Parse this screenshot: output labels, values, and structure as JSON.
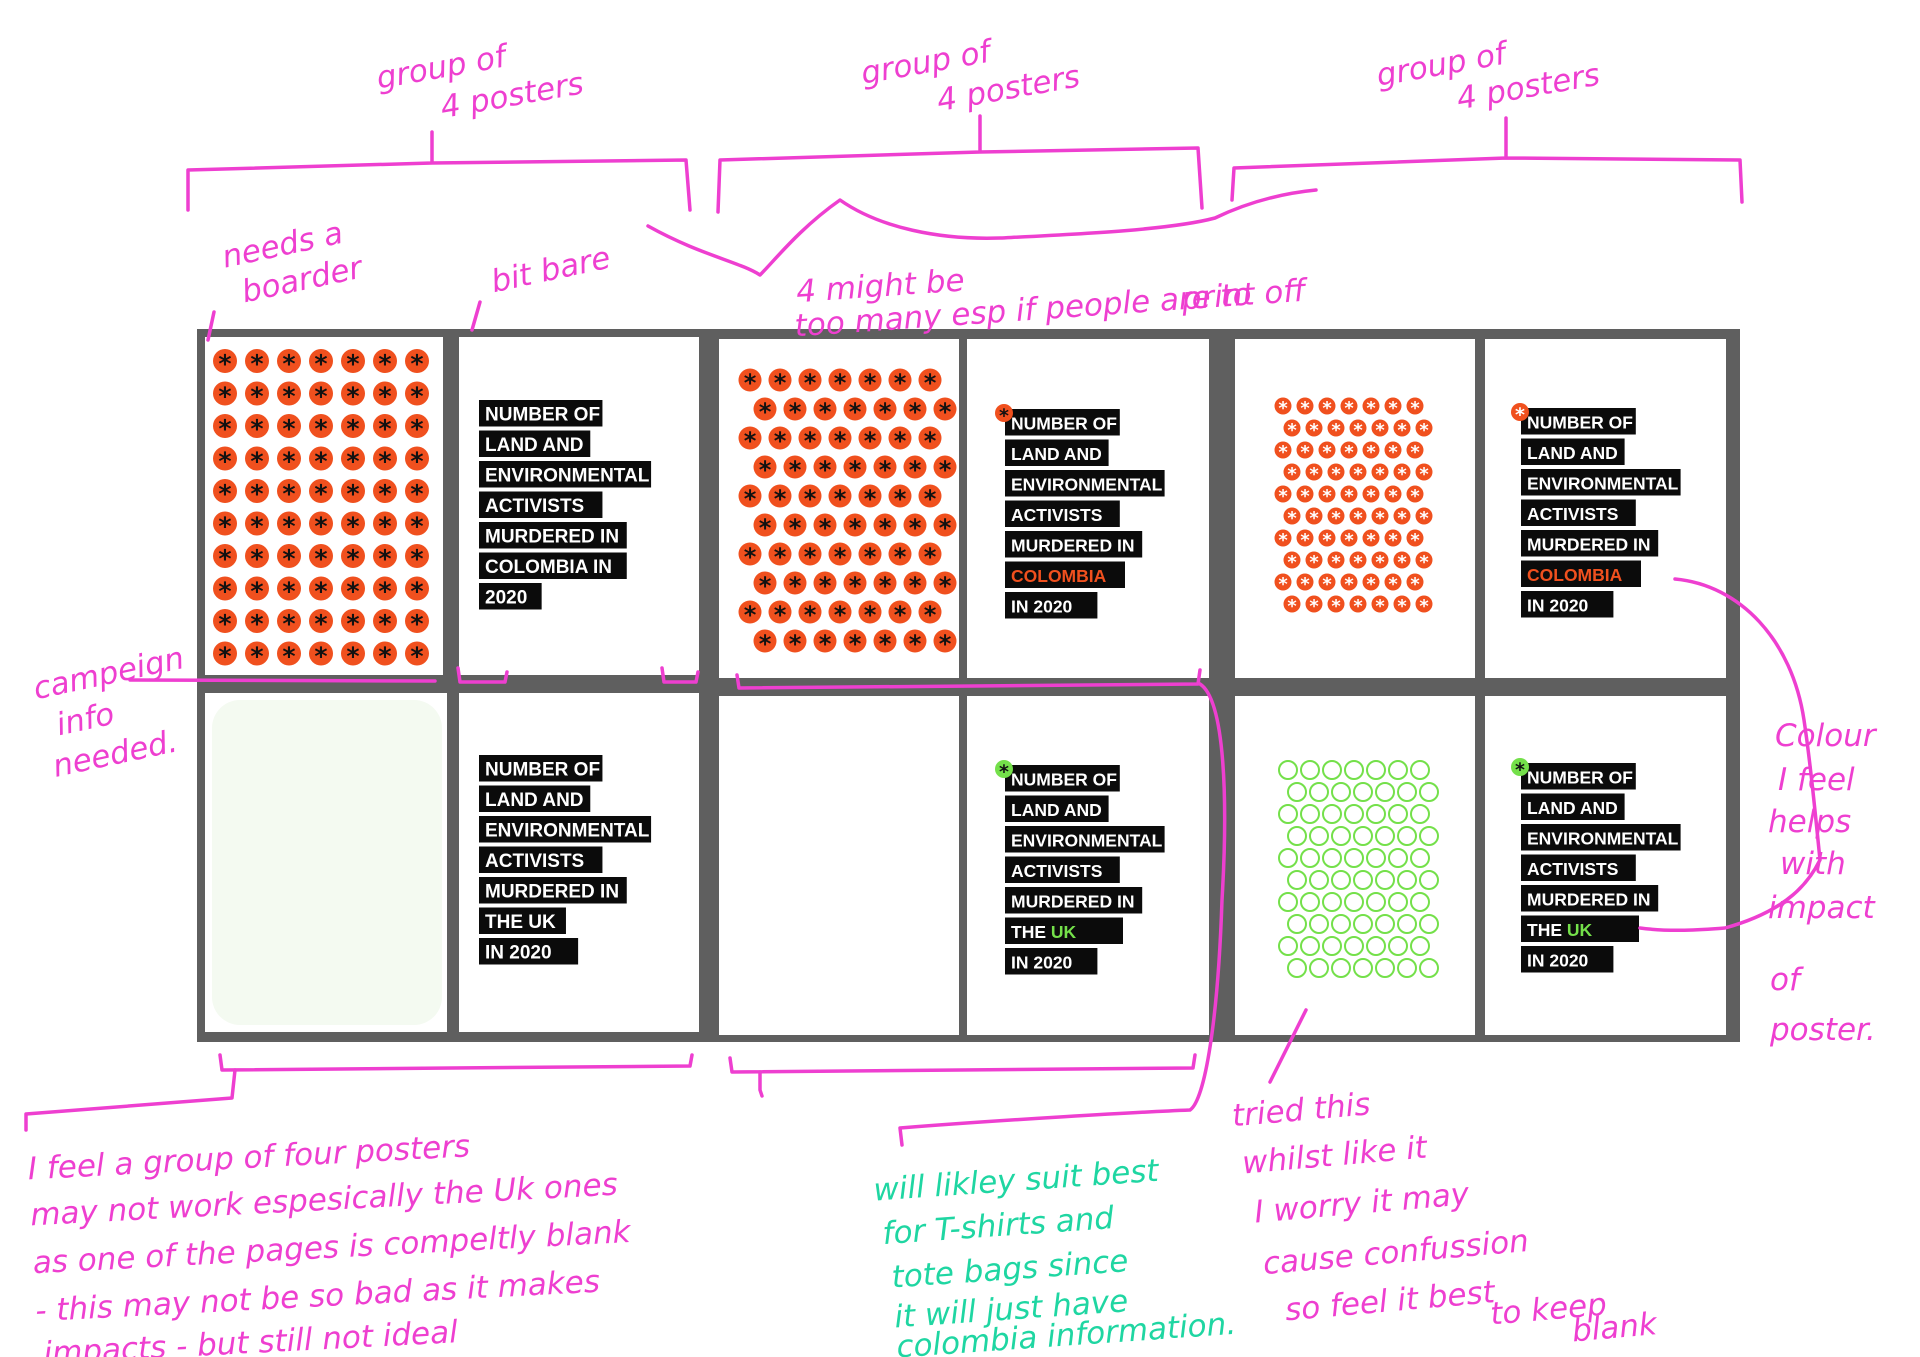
{
  "colors": {
    "annotation_pink": "#ee3fd0",
    "annotation_green": "#1fd6a2",
    "board_grey": "#5f5f5f",
    "poster_orange": "#f0501e",
    "poster_green": "#74e04a",
    "label_black": "#0b0b0b"
  },
  "annotations": {
    "group_1": [
      "group of",
      "4 posters"
    ],
    "group_2": [
      "group of",
      "4 posters"
    ],
    "group_3": [
      "group of",
      "4 posters"
    ],
    "needs_border": [
      "needs a",
      "boarder"
    ],
    "bit_bare": [
      "bit bare"
    ],
    "four_too_many": [
      "4 might be",
      "too many esp if people are to",
      "print off"
    ],
    "campaign_info": [
      "campeign",
      "info",
      "needed."
    ],
    "colour_impact": [
      "Colour",
      "I feel",
      "helps",
      "with",
      "impact",
      "of",
      "poster."
    ],
    "group_of_four_note": [
      "I feel a group of four posters",
      "may not work espesically the Uk ones",
      "as one of the pages is compeltly blank",
      "- this may not be so bad as it makes",
      "impacts - but still not ideal"
    ],
    "tshirts_note": [
      "will likley suit best",
      "for T-shirts and",
      "tote bags since",
      "it will just have",
      "colombia information."
    ],
    "tried_this_note": [
      "tried this",
      "whilst like it",
      "I worry it may",
      "cause confussion",
      "so feel it best",
      "to keep",
      "blank"
    ]
  },
  "posters": {
    "colombia_plain": [
      "NUMBER OF",
      "LAND AND",
      "ENVIRONMENTAL",
      "ACTIVISTS",
      "MURDERED IN",
      "COLOMBIA IN",
      "2020"
    ],
    "colombia_highlight": {
      "lines": [
        "NUMBER OF",
        "LAND AND",
        "ENVIRONMENTAL",
        "ACTIVISTS",
        "MURDERED IN"
      ],
      "country": "COLOMBIA",
      "year": "IN 2020"
    },
    "uk_plain": [
      "NUMBER OF",
      "LAND AND",
      "ENVIRONMENTAL",
      "ACTIVISTS",
      "MURDERED IN",
      "THE UK",
      "IN 2020"
    ],
    "uk_highlight": {
      "lines": [
        "NUMBER OF",
        "LAND AND",
        "ENVIRONMENTAL",
        "ACTIVISTS",
        "MURDERED IN"
      ],
      "prefix": "THE",
      "country": "UK",
      "year": "IN 2020"
    },
    "asterisk_glyph": "*"
  }
}
